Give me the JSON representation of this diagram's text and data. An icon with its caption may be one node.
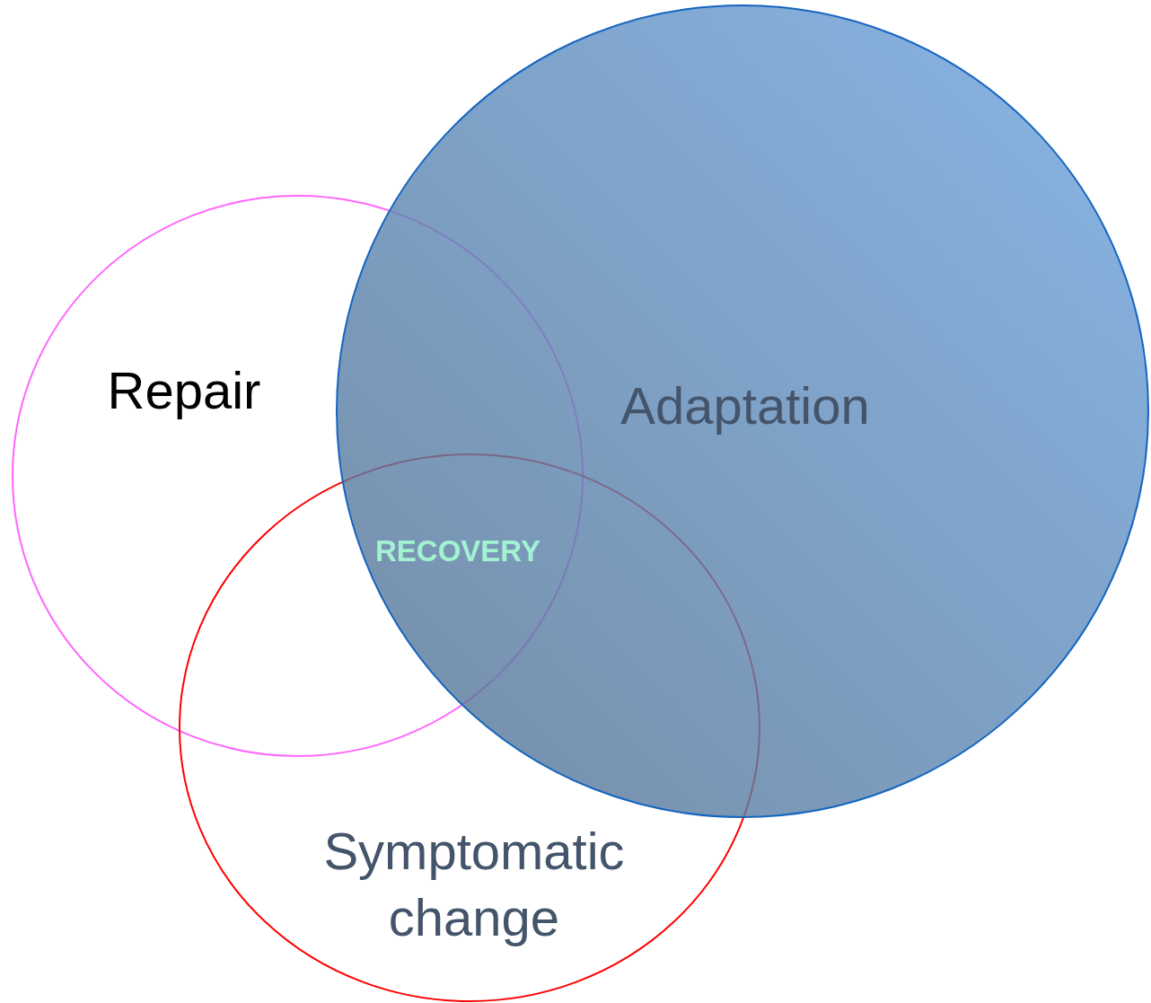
{
  "diagram": {
    "nodes": [
      {
        "text": [
          "Repair"
        ]
      },
      {
        "text": [
          "Adaptation"
        ]
      },
      {
        "text": [
          "Symptomatic change"
        ]
      }
    ],
    "labels": [
      "RECOVERY"
    ]
  }
}
